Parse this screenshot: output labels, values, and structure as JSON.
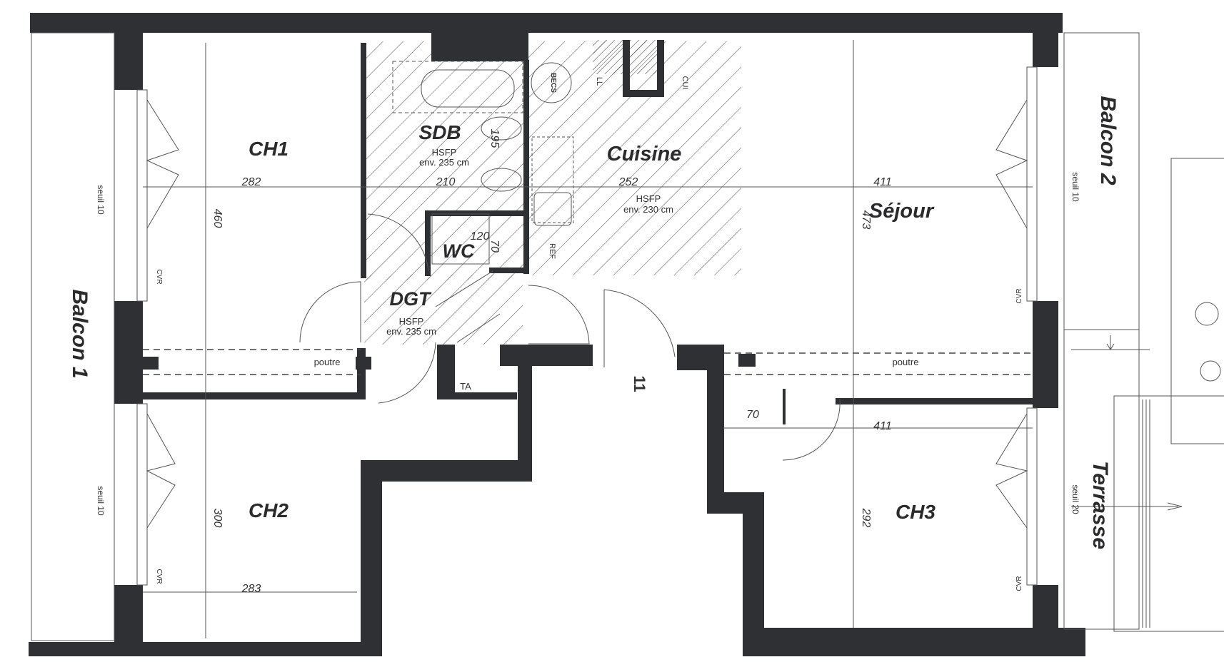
{
  "colors": {
    "wall": "#2f3033",
    "line": "#555555",
    "hatch": "#5a5a5a",
    "text": "#2b2b2d"
  },
  "rooms": {
    "ch1": "CH1",
    "ch2": "CH2",
    "ch3": "CH3",
    "sdb": "SDB",
    "cuisine": "Cuisine",
    "sejour": "Séjour",
    "wc": "WC",
    "dgt": "DGT",
    "balcon1": "Balcon 1",
    "balcon2": "Balcon 2",
    "terrasse": "Terrasse"
  },
  "notes": {
    "hsfp": "HSFP",
    "env235": "env. 235 cm",
    "env230": "env. 230 cm",
    "poutre": "poutre",
    "ta": "TA",
    "cvr": "CVR",
    "seuil10": "seuil 10",
    "seuil20": "seuil 20",
    "becs": "BECS",
    "ll": "LL",
    "cui": "CUI",
    "ref": "REF",
    "entry_mark": "11"
  },
  "dimensions": {
    "ch1_width": "282",
    "ch1_depth": "460",
    "sdb_width": "210",
    "sdb_inner": "195",
    "cuisine_width": "252",
    "sejour_width": "411",
    "sejour_depth": "473",
    "wc_width": "120",
    "wc_depth": "70",
    "ch2_width": "283",
    "ch2_depth": "300",
    "ch3_width": "411",
    "ch3_depth": "292",
    "passage": "70"
  }
}
